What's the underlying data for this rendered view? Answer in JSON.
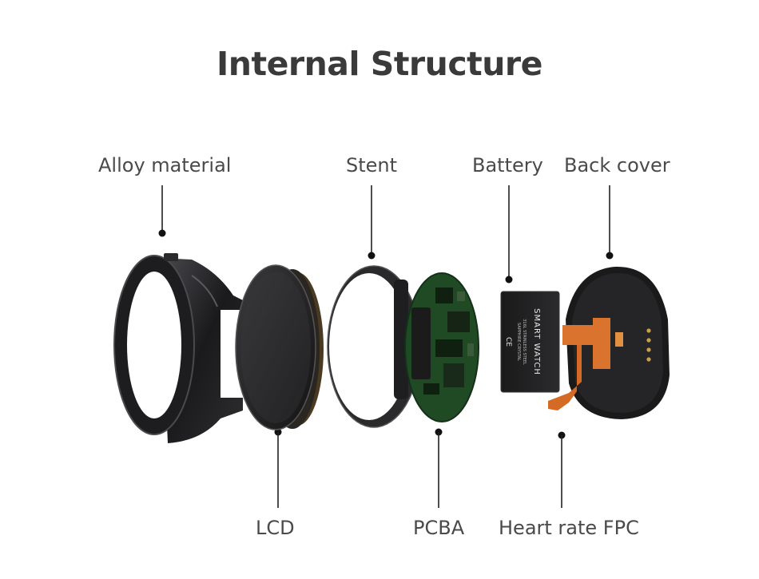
{
  "title": "Internal Structure",
  "labels": {
    "alloy_material": "Alloy material",
    "stent": "Stent",
    "battery": "Battery",
    "back_cover": "Back cover",
    "lcd": "LCD",
    "pcba": "PCBA",
    "heart_rate_fpc": "Heart rate FPC"
  },
  "battery_print": {
    "brand": "SMART WATCH",
    "line1": "316L STAINLESS STEEL",
    "line2": "SAPPHIRE CRYSTAL",
    "marks": "CE"
  },
  "colors": {
    "title": "#3a3a3a",
    "label": "#4a4a4a",
    "leader": "#222222",
    "metal": "#1c1c1e",
    "pcb": "#1f4a24",
    "fpc": "#d9732e"
  }
}
